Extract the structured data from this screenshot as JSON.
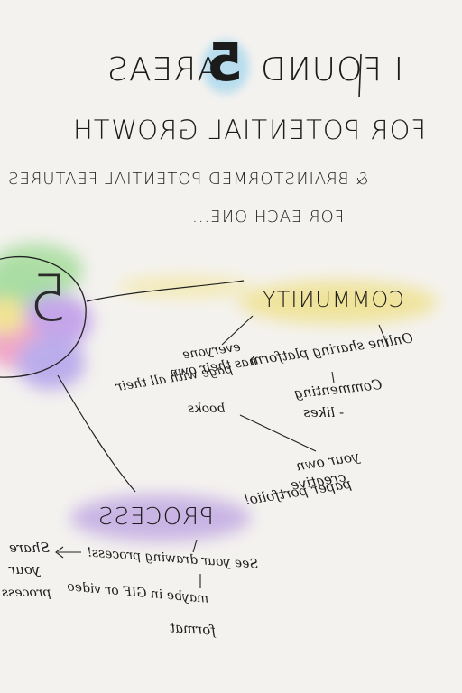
{
  "heading": {
    "line1_part1": "I FOUND",
    "number": "5",
    "line1_part2": "AREAS",
    "line2": "FOR POTENTIAL GROWTH",
    "line3": "& BRAINSTORMED POTENTIAL FEATURES",
    "line4": "FOR EACH ONE..."
  },
  "hub": {
    "label": "5"
  },
  "areas": {
    "community": {
      "label": "COMMUNITY",
      "color": "#eedf80",
      "notes": {
        "sharing_line1": "Online sharing platform",
        "commenting": "Commenting",
        "likes": "- likes",
        "page_line1": "everyone",
        "page_line2": "has their own",
        "page_line3": "page with all their",
        "page_line4": "books",
        "portfolio_line1": "your own",
        "portfolio_line2": "creative",
        "portfolio_line3": "paper portfolio!"
      }
    },
    "process": {
      "label": "PROCESS",
      "color": "#b79ae0",
      "notes": {
        "drawing_line": "See your drawing process!",
        "share_line1": "Share",
        "share_line2": "your",
        "share_line3": "process",
        "gif_line": "maybe in GIF or video",
        "format": "format"
      }
    }
  },
  "colors": {
    "background": "#f4f2ef",
    "ink": "#1c1c1c",
    "digit_highlight": "#a9d8ee",
    "community_wash": "#eedf80",
    "process_wash": "#b79ae0",
    "hub_green": "#8fd68a",
    "hub_purple": "#b58ce8",
    "hub_pink": "#ef8fb8",
    "hub_yellow": "#f1df74"
  }
}
